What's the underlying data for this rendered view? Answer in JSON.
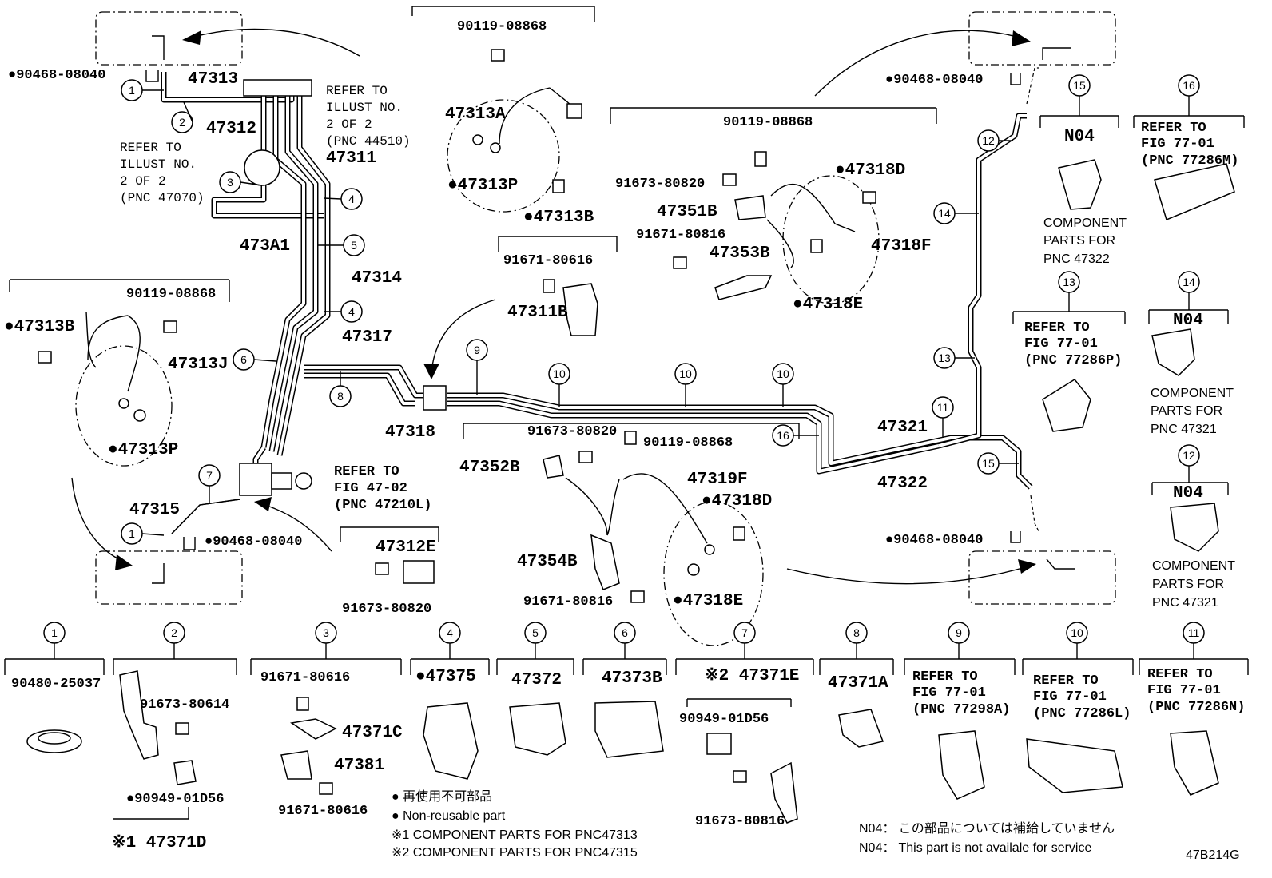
{
  "code": "47B214G",
  "legend": {
    "mark_ja": "● 再使用不可部品",
    "mark_en": "● Non-reusable part",
    "note1": "※1 COMPONENT PARTS FOR PNC47313",
    "note2": "※2 COMPONENT PARTS FOR PNC47315",
    "n04_ja": "N04： この部品については補給していません",
    "n04_en": "N04：  This part is not availale for service"
  },
  "labels": {
    "p47313": "47313",
    "p47312": "47312",
    "p47311": "47311",
    "p473A1": "473A1",
    "p47314": "47314",
    "p47317": "47317",
    "p47318": "47318",
    "p47315": "47315",
    "p47313A": "47313A",
    "p47313P_a": "●47313P",
    "p47313B_a": "●47313B",
    "p47313B_b": "●47313B",
    "p47313J": "47313J",
    "p47313P_b": "●47313P",
    "p47311B": "47311B",
    "p47312E": "47312E",
    "p47351B": "47351B",
    "p47353B": "47353B",
    "p47318D_a": "●47318D",
    "p47318F": "47318F",
    "p47318E_a": "●47318E",
    "p47352B": "47352B",
    "p47319F": "47319F",
    "p47318D_b": "●47318D",
    "p47354B": "47354B",
    "p47318E_b": "●47318E",
    "p47321": "47321",
    "p47322": "47322",
    "c90468_a": "●90468-08040",
    "c90468_b": "●90468-08040",
    "c90468_c": "●90468-08040",
    "c90468_d": "●90468-08040",
    "b90119_a": "90119-08868",
    "b90119_b": "90119-08868",
    "b90119_c": "90119-08868",
    "b90119_d": "90119-08868",
    "b91671_80616": "91671-80616",
    "b91673_80820_a": "91673-80820",
    "b91673_80820_b": "91673-80820",
    "b91671_80816_a": "91671-80816",
    "b91673_80820_c": "91673-80820",
    "b91671_80816_b": "91671-80816"
  },
  "refs": {
    "r1_l1": "REFER TO",
    "r1_l2": "ILLUST NO.",
    "r1_l3": "2 OF 2",
    "r1_l4": "(PNC 44510)",
    "r2_l1": "REFER TO",
    "r2_l2": "ILLUST NO.",
    "r2_l3": "2 OF 2",
    "r2_l4": "(PNC 47070)",
    "r3_l1": "REFER TO",
    "r3_l2": "FIG 47-02",
    "r3_l3": "(PNC 47210L)"
  },
  "right_panel": {
    "c15_num": "15",
    "c15_part": "N04",
    "c15_t1": "COMPONENT",
    "c15_t2": "PARTS FOR",
    "c15_t3": "PNC 47322",
    "c16_num": "16",
    "c16_t1": "REFER TO",
    "c16_t2": "FIG 77-01",
    "c16_t3": "(PNC 77286M)",
    "c13_num": "13",
    "c13_t1": "REFER TO",
    "c13_t2": "FIG 77-01",
    "c13_t3": "(PNC 77286P)",
    "c14_num": "14",
    "c14_part": "N04",
    "c14_t1": "COMPONENT",
    "c14_t2": "PARTS FOR",
    "c14_t3": "PNC 47321",
    "c12_num": "12",
    "c12_part": "N04",
    "c12_t1": "COMPONENT",
    "c12_t2": "PARTS FOR",
    "c12_t3": "PNC 47321"
  },
  "clamp_callouts": {
    "c1a": "1",
    "c2": "2",
    "c3": "3",
    "c4a": "4",
    "c5": "5",
    "c4b": "4",
    "c6": "6",
    "c8": "8",
    "c7": "7",
    "c1b": "1",
    "c9": "9",
    "c10a": "10",
    "c10b": "10",
    "c10c": "10",
    "c16": "16",
    "c11": "11",
    "c12": "12",
    "c14": "14",
    "c13": "13",
    "c15": "15"
  },
  "bottom_row": {
    "b1_num": "1",
    "b1_part": "90480-25037",
    "b2_num": "2",
    "b2_a": "91673-80614",
    "b2_b": "●90949-01D56",
    "b2_set": "※1 47371D",
    "b3_num": "3",
    "b3_a": "91671-80616",
    "b3_b": "47371C",
    "b3_c": "47381",
    "b3_d": "91671-80616",
    "b4_num": "4",
    "b4_part": "●47375",
    "b5_num": "5",
    "b5_part": "47372",
    "b6_num": "6",
    "b6_part": "47373B",
    "b7_num": "7",
    "b7_set": "※2 47371E",
    "b7_a": "90949-01D56",
    "b7_b": "91673-80816",
    "b8_num": "8",
    "b8_part": "47371A",
    "b9_num": "9",
    "b9_t1": "REFER TO",
    "b9_t2": "FIG 77-01",
    "b9_t3": "(PNC 77298A)",
    "b10_num": "10",
    "b10_t1": "REFER TO",
    "b10_t2": "FIG 77-01",
    "b10_t3": "(PNC 77286L)",
    "b11_num": "11",
    "b11_t1": "REFER TO",
    "b11_t2": "FIG 77-01",
    "b11_t3": "(PNC 77286N)"
  }
}
